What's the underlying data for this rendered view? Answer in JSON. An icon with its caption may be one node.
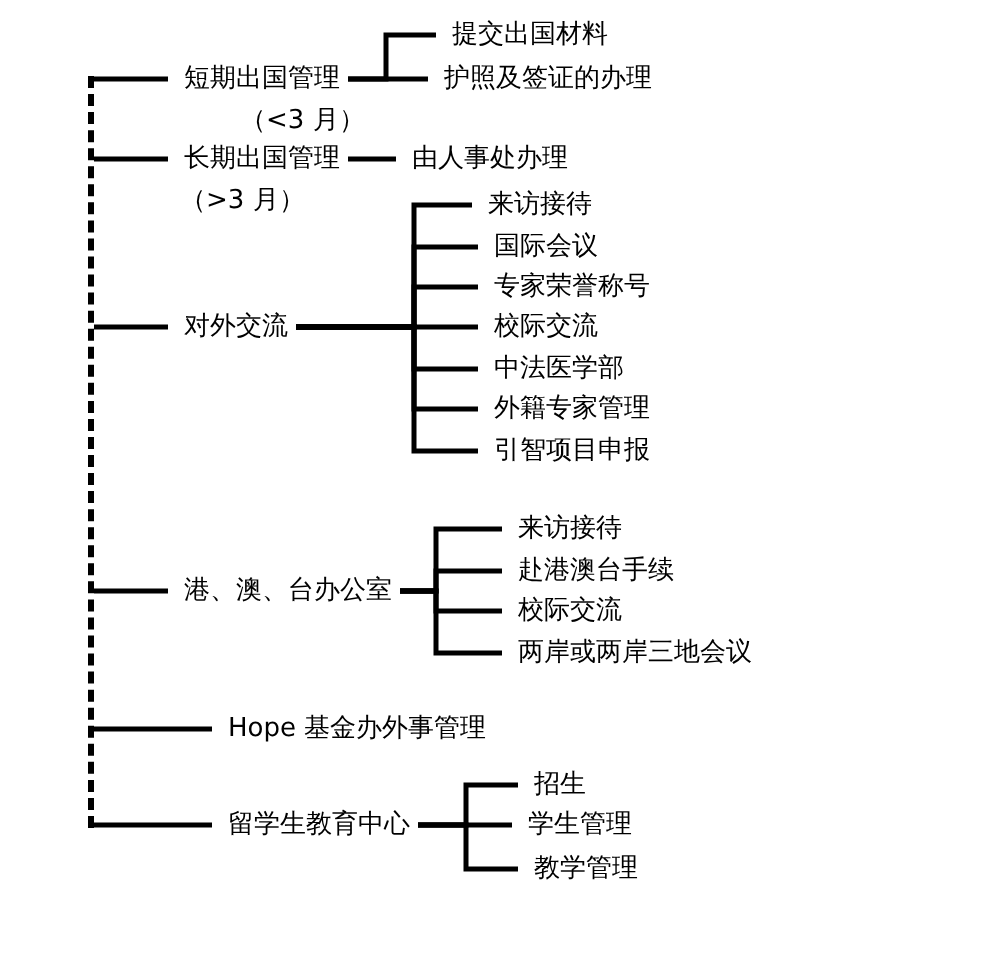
{
  "diagram": {
    "nodes": [
      {
        "text": [],
        "shape": "bar"
      },
      {
        "text": [
          "短期出国管理"
        ],
        "beside": [
          "（<3 月）"
        ]
      },
      {
        "text": [
          "提交出国材料"
        ]
      },
      {
        "text": [
          "护照及签证的办理"
        ]
      },
      {
        "text": [
          "长期出国管理"
        ],
        "beside": [
          "（>3 月）"
        ]
      },
      {
        "text": [
          "由人事处办理"
        ]
      },
      {
        "text": [
          "对外交流"
        ]
      },
      {
        "text": [
          "来访接待"
        ]
      },
      {
        "text": [
          "国际会议"
        ]
      },
      {
        "text": [
          "专家荣誉称号"
        ]
      },
      {
        "text": [
          "校际交流"
        ]
      },
      {
        "text": [
          "中法医学部"
        ]
      },
      {
        "text": [
          "外籍专家管理"
        ]
      },
      {
        "text": [
          "引智项目申报"
        ]
      },
      {
        "text": [
          "港、澳、台办公室"
        ]
      },
      {
        "text": [
          "来访接待"
        ]
      },
      {
        "text": [
          "赴港澳台手续"
        ]
      },
      {
        "text": [
          "校际交流"
        ]
      },
      {
        "text": [
          "两岸或两岸三地会议"
        ]
      },
      {
        "text": [
          "Hope 基金办外事管理"
        ]
      },
      {
        "text": [
          "留学生教育中心"
        ]
      },
      {
        "text": [
          "招生"
        ]
      },
      {
        "text": [
          "学生管理"
        ]
      },
      {
        "text": [
          "教学管理"
        ]
      }
    ],
    "edges": [
      {
        "from": 0,
        "to": 1,
        "arrow": "none"
      },
      {
        "from": 0,
        "to": 4,
        "arrow": "none"
      },
      {
        "from": 0,
        "to": 6,
        "arrow": "none"
      },
      {
        "from": 0,
        "to": 14,
        "arrow": "none"
      },
      {
        "from": 0,
        "to": 19,
        "arrow": "none"
      },
      {
        "from": 0,
        "to": 20,
        "arrow": "none"
      },
      {
        "from": 1,
        "to": 2,
        "arrow": "none"
      },
      {
        "from": 1,
        "to": 3,
        "arrow": "none"
      },
      {
        "from": 4,
        "to": 5,
        "arrow": "none"
      },
      {
        "from": 6,
        "to": 7,
        "arrow": "none"
      },
      {
        "from": 6,
        "to": 8,
        "arrow": "none"
      },
      {
        "from": 6,
        "to": 9,
        "arrow": "none"
      },
      {
        "from": 6,
        "to": 10,
        "arrow": "none"
      },
      {
        "from": 6,
        "to": 11,
        "arrow": "none"
      },
      {
        "from": 6,
        "to": 12,
        "arrow": "none"
      },
      {
        "from": 6,
        "to": 13,
        "arrow": "none"
      },
      {
        "from": 14,
        "to": 15,
        "arrow": "none"
      },
      {
        "from": 14,
        "to": 16,
        "arrow": "none"
      },
      {
        "from": 14,
        "to": 17,
        "arrow": "none"
      },
      {
        "from": 14,
        "to": 18,
        "arrow": "none"
      },
      {
        "from": 20,
        "to": 21,
        "arrow": "none"
      },
      {
        "from": 20,
        "to": 22,
        "arrow": "none"
      },
      {
        "from": 20,
        "to": 23,
        "arrow": "none"
      }
    ]
  }
}
